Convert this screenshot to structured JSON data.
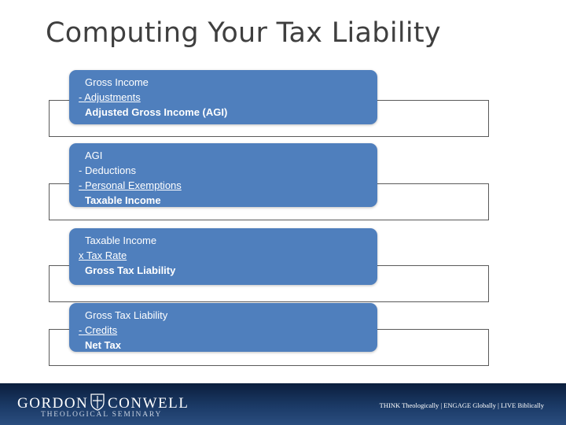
{
  "title": "Computing Your Tax Liability",
  "steps": [
    {
      "lines": [
        {
          "text": "Gross Income",
          "style": "plain"
        },
        {
          "text": "- Adjustments",
          "style": "op"
        },
        {
          "text": "Adjusted Gross Income (AGI)",
          "style": "bold"
        }
      ]
    },
    {
      "lines": [
        {
          "text": "AGI",
          "style": "plain"
        },
        {
          "text": "- Deductions",
          "style": "op-plain"
        },
        {
          "text": "- Personal Exemptions",
          "style": "op"
        },
        {
          "text": "Taxable Income",
          "style": "bold"
        }
      ]
    },
    {
      "lines": [
        {
          "text": "Taxable Income",
          "style": "plain"
        },
        {
          "text": "x Tax Rate",
          "style": "op"
        },
        {
          "text": "Gross Tax Liability",
          "style": "bold"
        }
      ]
    },
    {
      "lines": [
        {
          "text": "Gross Tax Liability",
          "style": "plain"
        },
        {
          "text": "- Credits",
          "style": "op"
        },
        {
          "text": "Net Tax",
          "style": "bold"
        }
      ]
    }
  ],
  "footer": {
    "logo_left": "GORDON",
    "logo_right": "CONWELL",
    "seminary": "THEOLOGICAL SEMINARY",
    "tagline": "THINK Theologically | ENGAGE Globally | LIVE Biblically",
    "background": "#1b3a66"
  },
  "colors": {
    "card": "#4f7fbd",
    "bracket_border": "#5a5a5a",
    "title": "#3f3f3f"
  }
}
